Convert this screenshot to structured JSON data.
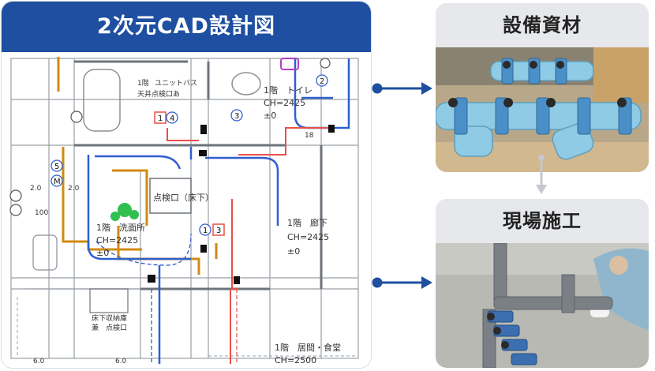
{
  "left_panel": {
    "title": "2次元CAD設計図",
    "cad_labels": {
      "room_bath_1": "1階",
      "room_bath_2": "ユニットバス",
      "room_bath_3": "天井点検口あ",
      "room_toilet": "1階　トイレ",
      "toilet_ch": "CH=2425",
      "toilet_pm": "±0",
      "cleanout": "点検口（床下）",
      "room_wash_1": "1階　洗面所",
      "room_wash_2": "CH=2425",
      "room_wash_3": "±0",
      "room_hall_1": "1階　廊下",
      "room_hall_2": "CH=2425",
      "room_hall_3": "±0",
      "storage_1": "床下収納庫",
      "storage_2": "兼　点検口",
      "room_living_1": "1階　居間・食堂",
      "room_living_2": "CH=2500",
      "dim_2_0": "2.0",
      "dim_2_0b": "2.0",
      "dim_100": "100",
      "dim_6_0": "6.0",
      "dim_6_0b": "6.0",
      "dim_18": "18",
      "tag_1": "1",
      "tag_2": "2",
      "tag_3": "3",
      "tag_4": "4",
      "tag_5": "5",
      "tag_m": "M"
    }
  },
  "arrows": {
    "color": "#1e4fa0"
  },
  "equipment_panel": {
    "title": "設備資材"
  },
  "site_panel": {
    "title": "現場施工"
  },
  "colors": {
    "brand_blue": "#1e4fa0",
    "pipe_blue": "#2f5fd0",
    "pipe_orange": "#d18a12",
    "pipe_red": "#e8504a",
    "header_gray": "#e6e8eb"
  }
}
